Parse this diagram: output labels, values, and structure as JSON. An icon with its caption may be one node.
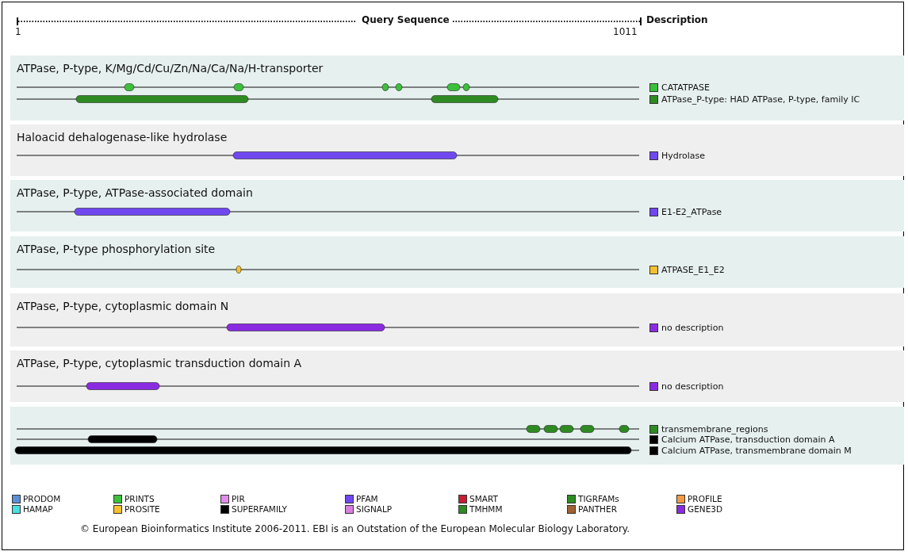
{
  "diagram": {
    "nodes": [
      {
        "text": [
          "ATPase, P-type, K/Mg/Cd/Cu/Zn/Na/Ca/Na/H-transporter",
          "CATATPASE",
          "ATPase_P-type: HAD ATPase, P-type, family IC"
        ]
      },
      {
        "text": [
          "Haloacid dehalogenase-like hydrolase",
          "Hydrolase"
        ]
      },
      {
        "text": [
          "ATPase, P-type, ATPase-associated domain",
          "E1-E2_ATPase"
        ]
      },
      {
        "text": [
          "ATPase, P-type phosphorylation site",
          "ATPASE_E1_E2"
        ]
      },
      {
        "text": [
          "ATPase, P-type, cytoplasmic domain N",
          "no description"
        ]
      },
      {
        "text": [
          "ATPase, P-type, cytoplasmic transduction domain A",
          "no description"
        ]
      },
      {
        "text": [
          "transmembrane_regions",
          "Calcium ATPase, transduction domain A",
          "Calcium ATPase, transmembrane domain M"
        ]
      }
    ],
    "labels": [
      "Query Sequence",
      "Description",
      "1",
      "1011",
      "© European Bioinformatics Institute 2006-2011. EBI is an Outstation of the European Molecular Biology Laboratory."
    ],
    "legend": [
      {
        "text": "PRODOM",
        "color": "#5b8fd6"
      },
      {
        "text": "PRINTS",
        "color": "#3cc03c"
      },
      {
        "text": "PIR",
        "color": "#e08ee8"
      },
      {
        "text": "PFAM",
        "color": "#7048f0"
      },
      {
        "text": "SMART",
        "color": "#c81e32"
      },
      {
        "text": "TIGRFAMs",
        "color": "#2e8b22"
      },
      {
        "text": "PROFILE",
        "color": "#f59a40"
      },
      {
        "text": "HAMAP",
        "color": "#48e0e0"
      },
      {
        "text": "PROSITE",
        "color": "#f5c030"
      },
      {
        "text": "SUPERFAMILY",
        "color": "#000000"
      },
      {
        "text": "SIGNALP",
        "color": "#d880e0"
      },
      {
        "text": "TMHMM",
        "color": "#2e8b22"
      },
      {
        "text": "PANTHER",
        "color": "#a06030"
      },
      {
        "text": "GENE3D",
        "color": "#8a2be2"
      }
    ]
  }
}
